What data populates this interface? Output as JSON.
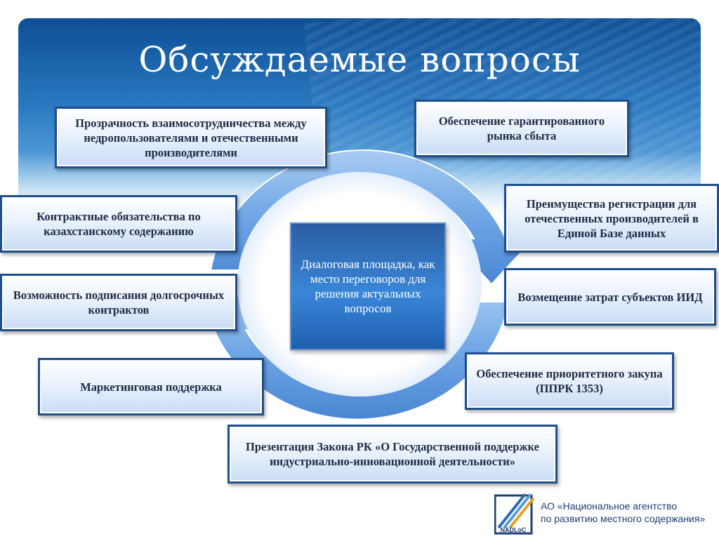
{
  "slide": {
    "title": "Обсуждаемые вопросы"
  },
  "center": {
    "text": "Диалоговая площадка, как место переговоров для решения актуальных вопросов"
  },
  "items": [
    {
      "id": "transparency",
      "text": "Прозрачность взаимосотрудничества между недропользователями и отечественными производителями"
    },
    {
      "id": "market",
      "text": "Обеспечение гарантированного рынка сбыта"
    },
    {
      "id": "registration",
      "text": "Преимущества регистрации для отечественных производителей в  Единой Базе данных"
    },
    {
      "id": "contract-obligations",
      "text": "Контрактные обязательства по казахстанскому содержанию"
    },
    {
      "id": "compensation",
      "text": "Возмещение затрат субъектов  ИИД"
    },
    {
      "id": "long-term",
      "text": "Возможность подписания долгосрочных контрактов"
    },
    {
      "id": "marketing",
      "text": "Маркетинговая поддержка"
    },
    {
      "id": "priority-purchase",
      "text": "Обеспечение приоритетного закупа (ППРК 1353)"
    },
    {
      "id": "law",
      "text": "Презентация Закона РК «О Государственной поддержке индустриально-инновационной деятельности»"
    }
  ],
  "footer": {
    "logo_text": "NADLoC",
    "org_line1": "АО «Национальное агентство",
    "org_line2": "по развитию местного содержания»"
  },
  "colors": {
    "banner": "#2b79c2",
    "ring": "#7fb2ea",
    "box_border": "#1f4e8c",
    "center_box": "#3a86d8"
  }
}
